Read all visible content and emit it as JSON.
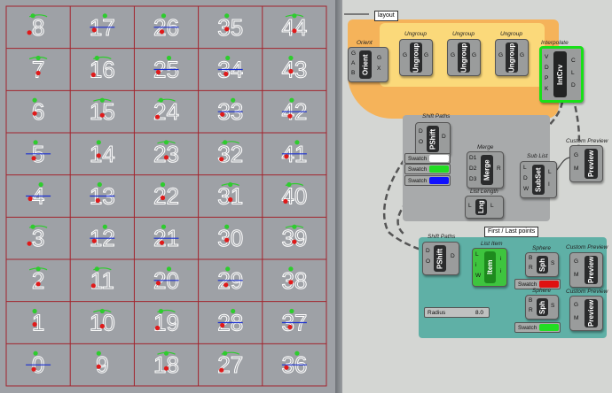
{
  "viewport": {
    "grid_rows": [
      [
        "8",
        "17",
        "26",
        "35",
        "44"
      ],
      [
        "7",
        "16",
        "25",
        "34",
        "43"
      ],
      [
        "6",
        "15",
        "24",
        "33",
        "42"
      ],
      [
        "5",
        "14",
        "23",
        "32",
        "41"
      ],
      [
        "4",
        "13",
        "22",
        "31",
        "40"
      ],
      [
        "3",
        "12",
        "21",
        "30",
        "39"
      ],
      [
        "2",
        "11",
        "20",
        "29",
        "38"
      ],
      [
        "1",
        "10",
        "19",
        "28",
        "37"
      ],
      [
        "0",
        "9",
        "18",
        "27",
        "36"
      ]
    ],
    "colors": {
      "background": "#9ea1a6",
      "grid_lines": "#a3242d",
      "digit": "#ffffff",
      "start_point": "#2ecc2e",
      "end_point": "#e01a1a",
      "curve_green": "#2ecc2e",
      "curve_blue": "#1a2fd0"
    }
  },
  "canvas": {
    "layout_tag": "layout",
    "first_last_tag": "First / Last points",
    "orange_group": {
      "color": "#f5b35a",
      "orient": {
        "title": "Orient",
        "label": "Orient",
        "inputs": [
          "G",
          "A",
          "B"
        ],
        "outputs": [
          "G",
          "X"
        ]
      },
      "ungroup_1": {
        "title": "Ungroup",
        "label": "Ungroup",
        "input": "G",
        "output": "G"
      },
      "ungroup_2": {
        "title": "Ungroup",
        "label": "Ungroup",
        "input": "G",
        "output": "G"
      },
      "ungroup_3": {
        "title": "Ungroup",
        "label": "Ungroup",
        "input": "G",
        "output": "G"
      },
      "interpolate": {
        "title": "Interpolate",
        "label": "IntCrv",
        "inputs": [
          "V",
          "D",
          "P",
          "K"
        ],
        "outputs": [
          "C",
          "L",
          "D"
        ]
      }
    },
    "grey_group": {
      "color": "#a8aaab",
      "pshift": {
        "title": "Shift Paths",
        "label": "PShift",
        "inputs": [
          "D",
          "O"
        ],
        "output": "D"
      },
      "merge": {
        "title": "Merge",
        "label": "Merge",
        "inputs": [
          "D1",
          "D2",
          "D3"
        ],
        "output": "R"
      },
      "swatches": [
        {
          "label": "Swatch",
          "color": "#ffffff"
        },
        {
          "label": "Swatch",
          "color": "#22dd22"
        },
        {
          "label": "Swatch",
          "color": "#1010ff"
        }
      ],
      "subset": {
        "title": "Sub List",
        "label": "SubSet",
        "inputs": [
          "L",
          "D",
          "W"
        ],
        "outputs": [
          "L",
          "I"
        ]
      },
      "list_length": {
        "title": "List Length",
        "label": "Lng",
        "input": "L",
        "output": "L"
      },
      "preview": {
        "title": "Custom Preview",
        "label": "Preview",
        "inputs": [
          "G",
          "M"
        ]
      }
    },
    "teal_group": {
      "color": "#5fb0a6",
      "pshift": {
        "title": "Shift Paths",
        "label": "PShift",
        "inputs": [
          "D",
          "O"
        ],
        "output": "D"
      },
      "list_item": {
        "title": "List Item",
        "label": "Item",
        "inputs": [
          "L",
          "i",
          "W"
        ],
        "outputs": [
          "i",
          "i"
        ]
      },
      "sphere_1": {
        "title": "Sphere",
        "label": "Sph",
        "inputs": [
          "B",
          "R"
        ],
        "output": "S"
      },
      "sphere_2": {
        "title": "Sphere",
        "label": "Sph",
        "inputs": [
          "B",
          "R"
        ],
        "output": "S"
      },
      "swatch_red": {
        "label": "Swatch",
        "color": "#e01010"
      },
      "swatch_green": {
        "label": "Swatch",
        "color": "#22dd22"
      },
      "radius": {
        "label": "Radius",
        "value": "8.0"
      },
      "preview_1": {
        "title": "Custom Preview",
        "label": "Preview",
        "inputs": [
          "G",
          "M"
        ]
      },
      "preview_2": {
        "title": "Custom Preview",
        "label": "Preview",
        "inputs": [
          "G",
          "M"
        ]
      }
    }
  }
}
